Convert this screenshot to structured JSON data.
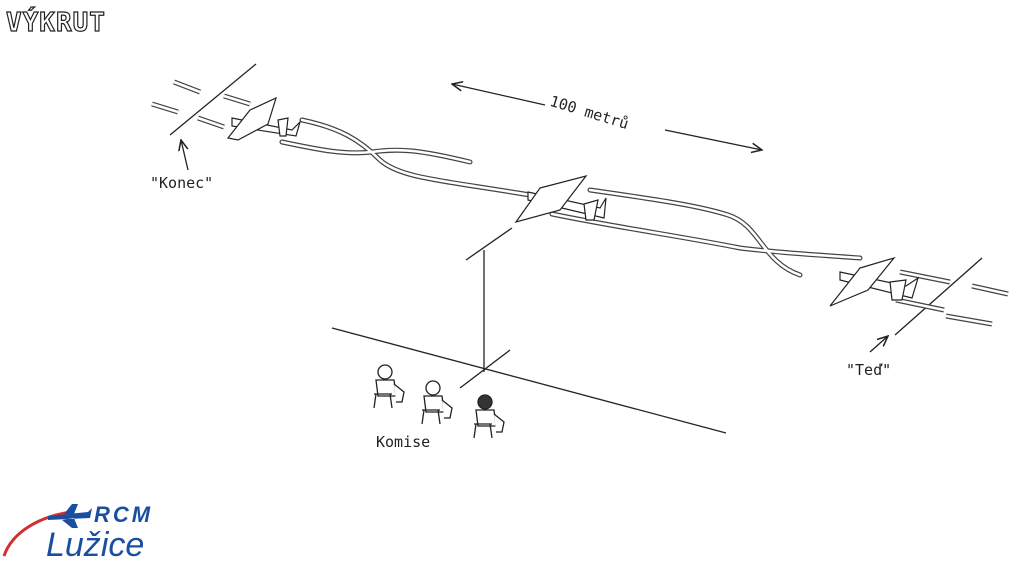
{
  "title": "VÝKRUT",
  "labels": {
    "end": "\"Konec\"",
    "start": "\"Teď\"",
    "judges": "Komise",
    "distance": "100 metrů"
  },
  "logo": {
    "brand": "RCM",
    "city": "Lužice"
  },
  "colors": {
    "stroke": "#222222",
    "logo_blue": "#1a4fa0",
    "logo_red": "#d32f2f"
  },
  "icons": [
    "airplane-icon",
    "judge-icon",
    "plane-logo-icon"
  ]
}
